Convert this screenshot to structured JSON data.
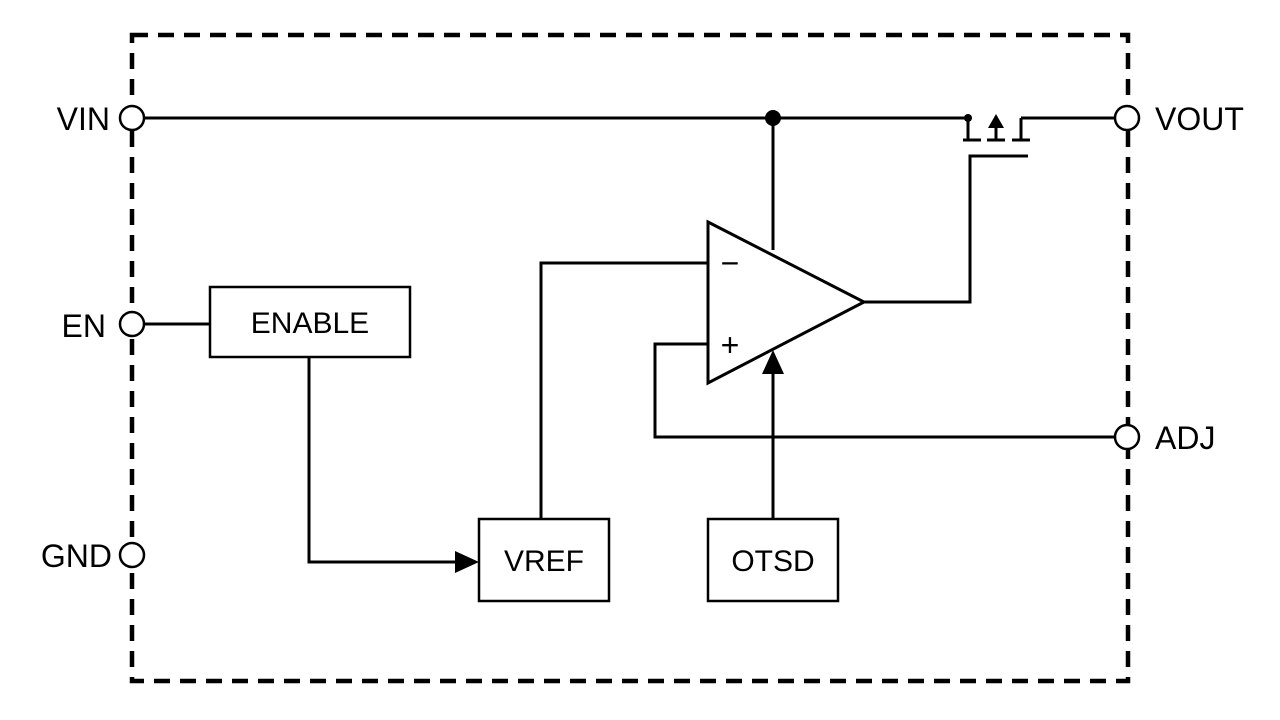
{
  "pins": {
    "vin": "VIN",
    "en": "EN",
    "gnd": "GND",
    "vout": "VOUT",
    "adj": "ADJ"
  },
  "blocks": {
    "enable": "ENABLE",
    "vref": "VREF",
    "otsd": "OTSD"
  },
  "amplifier": {
    "inverting": "−",
    "non_inverting": "+"
  },
  "colors": {
    "line": "#000000",
    "background": "#ffffff"
  }
}
